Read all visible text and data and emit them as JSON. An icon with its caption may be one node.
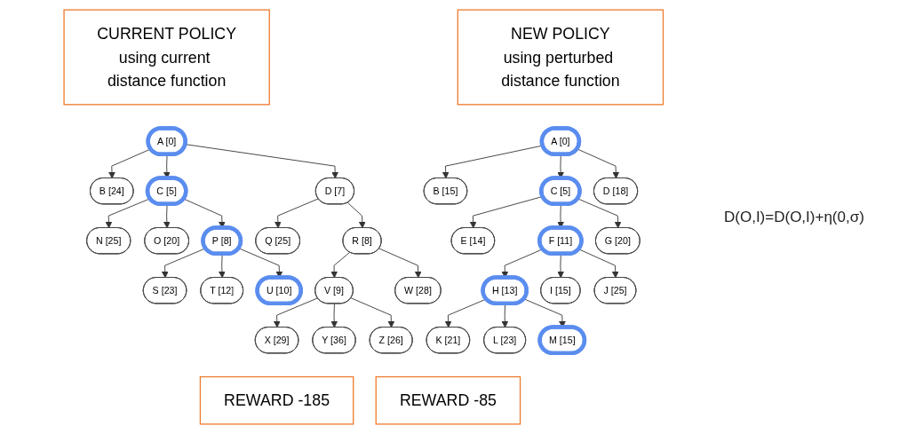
{
  "diagram": {
    "nodes": [
      {
        "text": [
          "CURRENT POLICY",
          "using current distance function"
        ]
      },
      {
        "text": [
          "NEW POLICY",
          "using perturbed distance function"
        ]
      },
      {
        "text": [
          "A [0]"
        ]
      },
      {
        "text": [
          "B [24]"
        ]
      },
      {
        "text": [
          "C [5]"
        ]
      },
      {
        "text": [
          "D [7]"
        ]
      },
      {
        "text": [
          "N [25]"
        ]
      },
      {
        "text": [
          "O [20]"
        ]
      },
      {
        "text": [
          "P [8]"
        ]
      },
      {
        "text": [
          "Q [25]"
        ]
      },
      {
        "text": [
          "R [8]"
        ]
      },
      {
        "text": [
          "S [23]"
        ]
      },
      {
        "text": [
          "T [12]"
        ]
      },
      {
        "text": [
          "U [10]"
        ]
      },
      {
        "text": [
          "V [9]"
        ]
      },
      {
        "text": [
          "W [28]"
        ]
      },
      {
        "text": [
          "X [29]"
        ]
      },
      {
        "text": [
          "Y [36]"
        ]
      },
      {
        "text": [
          "Z [26]"
        ]
      },
      {
        "text": [
          "A [0]"
        ]
      },
      {
        "text": [
          "B [15]"
        ]
      },
      {
        "text": [
          "C [5]"
        ]
      },
      {
        "text": [
          "D [18]"
        ]
      },
      {
        "text": [
          "E [14]"
        ]
      },
      {
        "text": [
          "F [11]"
        ]
      },
      {
        "text": [
          "G [20]"
        ]
      },
      {
        "text": [
          "H [13]"
        ]
      },
      {
        "text": [
          "I [15]"
        ]
      },
      {
        "text": [
          "J [25]"
        ]
      },
      {
        "text": [
          "K [21]"
        ]
      },
      {
        "text": [
          "L [23]"
        ]
      },
      {
        "text": [
          "M [15]"
        ]
      },
      {
        "text": [
          "REWARD -185"
        ]
      },
      {
        "text": [
          "REWARD -85"
        ]
      }
    ],
    "edges": [
      {
        "from": 2,
        "to": 3,
        "arrow": "to"
      },
      {
        "from": 2,
        "to": 4,
        "arrow": "to"
      },
      {
        "from": 2,
        "to": 5,
        "arrow": "to"
      },
      {
        "from": 4,
        "to": 6,
        "arrow": "to"
      },
      {
        "from": 4,
        "to": 7,
        "arrow": "to"
      },
      {
        "from": 4,
        "to": 8,
        "arrow": "to"
      },
      {
        "from": 5,
        "to": 9,
        "arrow": "to"
      },
      {
        "from": 5,
        "to": 10,
        "arrow": "to"
      },
      {
        "from": 8,
        "to": 11,
        "arrow": "to"
      },
      {
        "from": 8,
        "to": 12,
        "arrow": "to"
      },
      {
        "from": 8,
        "to": 13,
        "arrow": "to"
      },
      {
        "from": 10,
        "to": 14,
        "arrow": "to"
      },
      {
        "from": 10,
        "to": 15,
        "arrow": "to"
      },
      {
        "from": 14,
        "to": 16,
        "arrow": "to"
      },
      {
        "from": 14,
        "to": 17,
        "arrow": "to"
      },
      {
        "from": 14,
        "to": 18,
        "arrow": "to"
      },
      {
        "from": 19,
        "to": 20,
        "arrow": "to"
      },
      {
        "from": 19,
        "to": 21,
        "arrow": "to"
      },
      {
        "from": 19,
        "to": 22,
        "arrow": "to"
      },
      {
        "from": 21,
        "to": 23,
        "arrow": "to"
      },
      {
        "from": 21,
        "to": 24,
        "arrow": "to"
      },
      {
        "from": 21,
        "to": 25,
        "arrow": "to"
      },
      {
        "from": 24,
        "to": 26,
        "arrow": "to"
      },
      {
        "from": 24,
        "to": 27,
        "arrow": "to"
      },
      {
        "from": 24,
        "to": 28,
        "arrow": "to"
      },
      {
        "from": 26,
        "to": 29,
        "arrow": "to"
      },
      {
        "from": 26,
        "to": 30,
        "arrow": "to"
      },
      {
        "from": 26,
        "to": 31,
        "arrow": "to"
      }
    ],
    "labels": [
      "D(O,I)=D(O,I)+η(0,σ)"
    ]
  }
}
